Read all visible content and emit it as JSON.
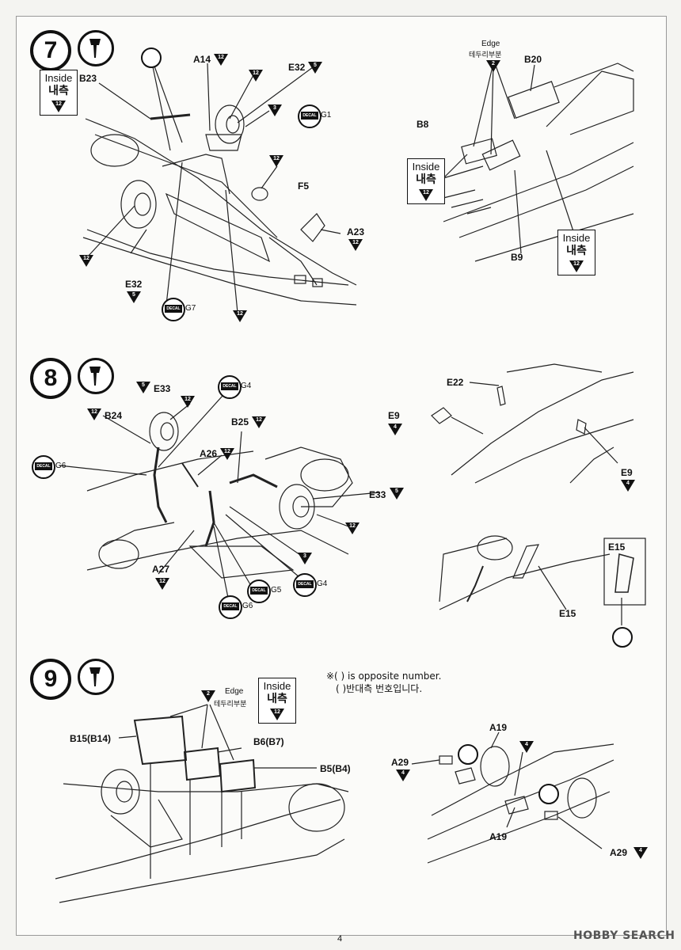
{
  "step7": {
    "number": "7",
    "inside_label": "Inside",
    "inside_korean": "내측",
    "inside_paint": "12",
    "labels": {
      "b23": "B23",
      "a14": "A14",
      "a14_paint": "12",
      "paint_12a": "12",
      "e32": "E32",
      "e32_paint": "5",
      "paint_3": "3",
      "decal_g1": "G1",
      "paint_12b": "12",
      "f5": "F5",
      "a23": "A23",
      "a23_paint": "12",
      "paint_12c": "12",
      "e32b": "E32",
      "e32b_paint": "5",
      "decal_g7": "G7",
      "paint_12d": "12",
      "edge": "Edge",
      "edge_korean": "테두리부분",
      "edge_paint": "2",
      "b20": "B20",
      "b8": "B8",
      "b9": "B9"
    },
    "inside2_label": "Inside",
    "inside2_korean": "내측",
    "inside2_paint": "12",
    "inside3_label": "Inside",
    "inside3_korean": "내측",
    "inside3_paint": "12"
  },
  "step8": {
    "number": "8",
    "labels": {
      "e33_paint": "5",
      "e33": "E33",
      "e33_paint2": "12",
      "decal_g4": "G4",
      "b24_paint": "12",
      "b24": "B24",
      "b25": "B25",
      "b25_paint": "12",
      "decal_g6": "G6",
      "a26": "A26",
      "a26_paint": "12",
      "e33b": "E33",
      "e33b_paint": "5",
      "paint_12x": "12",
      "a27": "A27",
      "a27_paint": "12",
      "paint_3": "3",
      "decal_g5": "G5",
      "decal_g4b": "G4",
      "decal_g6b": "G6",
      "e22": "E22",
      "e9": "E9",
      "e9_paint": "4",
      "e9b": "E9",
      "e9b_paint": "4",
      "e15_box": "E15",
      "e15": "E15"
    }
  },
  "step9": {
    "number": "9",
    "note_line1": "※( ) is opposite number.",
    "note_line2": "( )반대측 번호입니다.",
    "labels": {
      "edge_paint": "2",
      "edge": "Edge",
      "edge_korean": "테두리부분",
      "inside": "Inside",
      "inside_korean": "내측",
      "inside_paint": "12",
      "b15": "B15(B14)",
      "b6": "B6(B7)",
      "b5": "B5(B4)",
      "a19": "A19",
      "a19_paint": "4",
      "a29": "A29",
      "a29_paint": "4",
      "a19b": "A19",
      "a29b": "A29",
      "a29b_paint": "4"
    }
  },
  "decal_word": "DECAL",
  "page_number": "4",
  "watermark": "HOBBY SEARCH"
}
